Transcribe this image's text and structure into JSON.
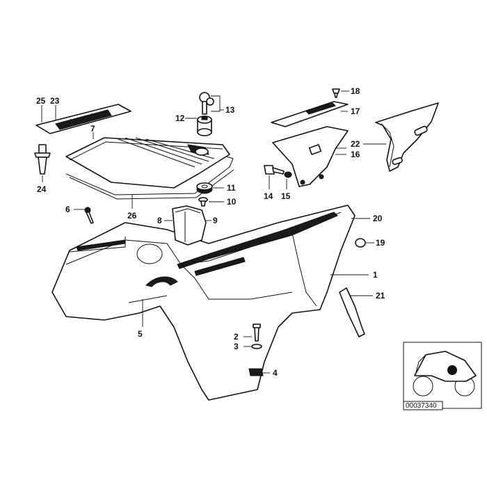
{
  "callouts": {
    "c1": "1",
    "c2": "2",
    "c3": "3",
    "c4": "4",
    "c5": "5",
    "c6": "6",
    "c7": "7",
    "c8": "8",
    "c9": "9",
    "c10": "10",
    "c11": "11",
    "c12": "12",
    "c13": "13",
    "c14": "14",
    "c15": "15",
    "c16": "16",
    "c17": "17",
    "c18": "18",
    "c19": "19",
    "c20": "20",
    "c21": "21",
    "c22": "22",
    "c23": "23",
    "c24": "24",
    "c25": "25",
    "c26": "26"
  },
  "thumbnail": {
    "reference_number": "00037340"
  }
}
